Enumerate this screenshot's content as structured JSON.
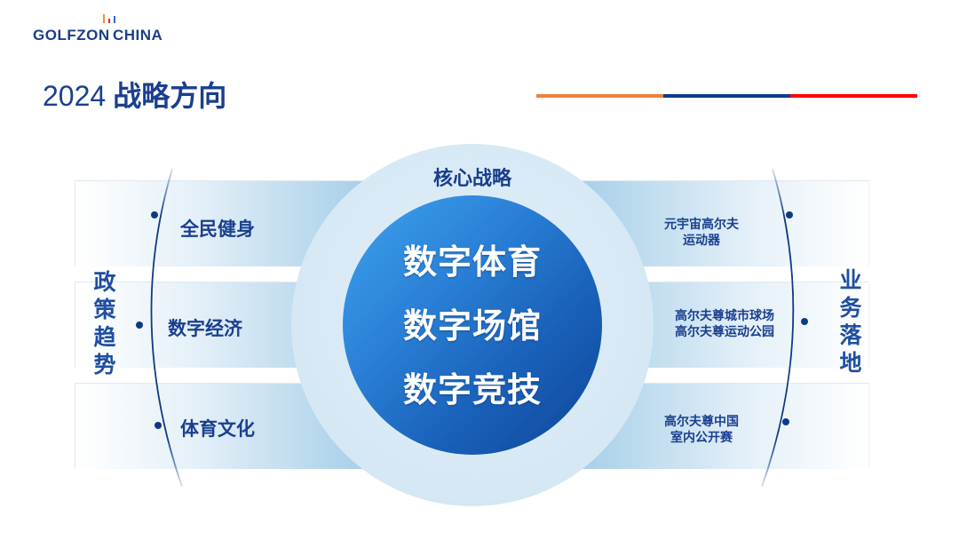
{
  "logo": {
    "text_left": "GOLFZON",
    "text_right": "CHINA",
    "mark_colors": [
      "#f0912f",
      "#e3262f",
      "#2c6fc0"
    ]
  },
  "header": {
    "year": "2024",
    "title": "战略方向",
    "divider_colors": [
      "#ee8236",
      "#0b3c8c",
      "#ff0000"
    ]
  },
  "core": {
    "title": "核心战略",
    "items": [
      "数字体育",
      "数字场馆",
      "数字竞技"
    ]
  },
  "left": {
    "label": "政策趋势",
    "label_chars": [
      "政",
      "策",
      "趋",
      "势"
    ],
    "items": [
      {
        "lines": [
          "全民健身"
        ]
      },
      {
        "lines": [
          "数字经济"
        ]
      },
      {
        "lines": [
          "体育文化"
        ]
      }
    ]
  },
  "right": {
    "label": "业务落地",
    "label_chars": [
      "业",
      "务",
      "落",
      "地"
    ],
    "items": [
      {
        "lines": [
          "元宇宙高尔夫",
          "运动器"
        ]
      },
      {
        "lines": [
          "高尔夫尊城市球场",
          "高尔夫尊运动公园"
        ]
      },
      {
        "lines": [
          "高尔夫尊中国",
          "室内公开赛"
        ]
      }
    ]
  },
  "colors": {
    "navy_text": "#1a3f8f",
    "band_light": "#ffffff",
    "band_dark": "#a3cde8",
    "outer_ring": "#d7e9f5",
    "inner_top": "#3fa3ee",
    "inner_bottom": "#0d4597",
    "arc": "#0e3a85"
  }
}
